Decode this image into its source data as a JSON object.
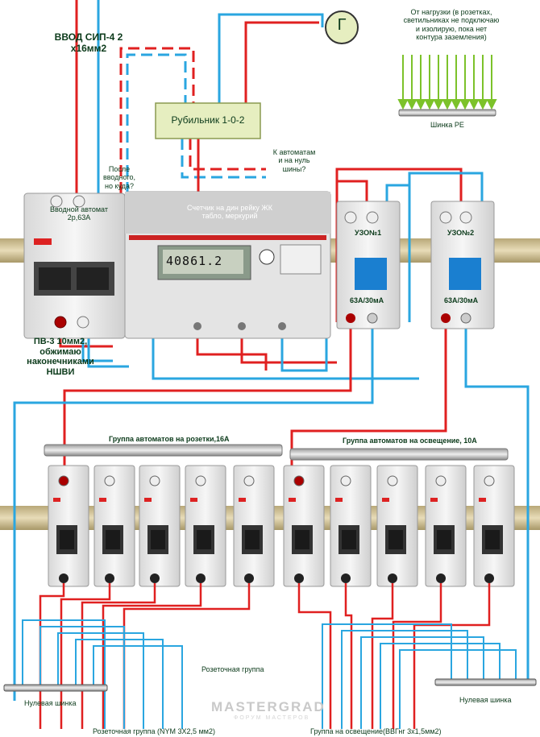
{
  "labels": {
    "input_title": "ВВОД СИП-4 2\nх16мм2",
    "generator": "Г",
    "switch_box": "Рубильник 1-0-2",
    "pe_note": "От нагрузки (в розетках,\nсветильниках не подключаю\nи изолирую, пока нет\nконтура заземления)",
    "pe_bus": "Шинка PE",
    "after_input": "После\nвводного,\nно куда?",
    "to_breakers": "К автоматам\nи на нуль\nшины?",
    "meter": "Счетчик на дин рейку ЖК\nтабло, меркурий",
    "input_breaker": "Вводной автомат\n2р,63А",
    "rcd1": "УЗО№1",
    "rcd2": "УЗО№2",
    "rcd1_rating": "63А/30мА",
    "rcd2_rating": "63А/30мА",
    "wire_note": "ПВ-3 10мм2,\nобжимаю\nнаконечниками\nНШВИ",
    "group_sockets": "Группа автоматов на розетки,16А",
    "group_lights": "Группа автоматов на освещение, 10А",
    "socket_group": "Розеточная группа",
    "neutral_left": "Нулевая шинка",
    "neutral_right": "Нулевая шинка",
    "socket_cable": "Розеточная группа (NYM 3X2,5 мм2)",
    "light_cable": "Группа на освещение(ВВГнг 3х1,5мм2)",
    "watermark": "MASTERGRAD",
    "watermark_sub": "ФОРУМ МАСТЕРОВ"
  },
  "meter_display": "40861.2",
  "colors": {
    "phase_wire": "#e02020",
    "neutral_wire": "#2aa6e0",
    "label_green": "#0b3a1a",
    "box_fill": "#e6eec0",
    "rail": "#c8b98a"
  }
}
